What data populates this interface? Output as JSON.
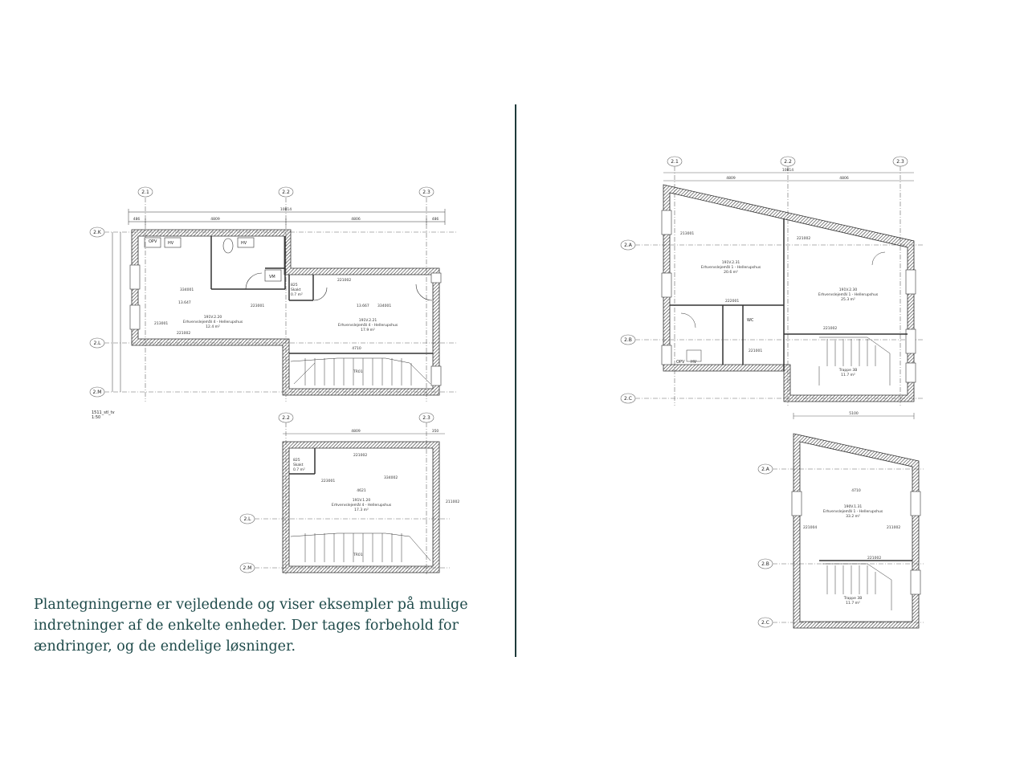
{
  "caption": {
    "line1": "Plantegningerne er vejledende og viser eksempler på mulige",
    "line2": "indretninger af de enkelte enheder. Der tages forbehold for",
    "line3": "ændringer, og de endelige løsninger."
  },
  "plan1": {
    "grid_top": [
      "2.1",
      "2.2",
      "2.3"
    ],
    "grid_left": [
      "2.K",
      "2.L",
      "2.M"
    ],
    "dims_top": [
      "10814",
      "486",
      "4809",
      "4806",
      "486"
    ],
    "rooms": {
      "opv": "OPV",
      "hv1": "HV",
      "hv2": "HV",
      "vm": "VM",
      "room_a_id": "191V.2.20",
      "room_a_name": "Erhvervslejemål 4 - Hellerupshus",
      "room_a_area": "12.4 m²",
      "room_b_id": "191V.2.21",
      "room_b_name": "Erhvervslejemål 4 - Hellerupshus",
      "room_b_area": "17.9 m²",
      "stair": "TR01",
      "shaft_id": "825",
      "shaft_name": "Skakt",
      "shaft_area": "0.7 m²",
      "tag1": "334001",
      "tag2": "221002",
      "tag3": "223001",
      "tag4": "213001",
      "tag5": "221002",
      "tag6": "334001",
      "tag7": "13.667",
      "tag8": "13.647",
      "dim_4710": "4710"
    },
    "title": "1511_stl_tv",
    "scale": "1:50"
  },
  "plan2": {
    "grid_top": [
      "2.2",
      "2.3"
    ],
    "grid_left": [
      "2.L",
      "2.M"
    ],
    "dims_top": [
      "4809",
      "350"
    ],
    "rooms": {
      "id": "191V.1.20",
      "name": "Erhvervslejemål 4 - Hellerupshus",
      "area": "17.3 m²",
      "stair": "TR01",
      "shaft_id": "825",
      "shaft_name": "Skakt",
      "shaft_area": "0.7 m²",
      "tag1": "221002",
      "tag2": "334002",
      "tag3": "223001",
      "tag4": "211002",
      "dim": "4621"
    }
  },
  "plan3": {
    "grid_top": [
      "2.1",
      "2.2",
      "2.3"
    ],
    "grid_left": [
      "2.A",
      "2.B",
      "2.C"
    ],
    "dims_top": [
      "10814",
      "4809",
      "4806"
    ],
    "rooms": {
      "a_id": "191V.2.31",
      "a_name": "Erhvervslejemål 1 - Hellerupshus",
      "a_area": "20.6 m²",
      "b_id": "191V.2.30",
      "b_name": "Erhvervslejemål 1 - Hellerupshus",
      "b_area": "25.3 m²",
      "opv": "OPV",
      "hv": "HV",
      "wc": "WC",
      "stair_id": "Trappe 3B",
      "stair_area": "11.7 m²",
      "tag1": "213001",
      "tag2": "221002",
      "tag3": "222001",
      "tag4": "221002",
      "tag5": "221001"
    }
  },
  "plan4": {
    "grid_left": [
      "2.A",
      "2.B",
      "2.C"
    ],
    "dims_top": [
      "5100"
    ],
    "rooms": {
      "a_id": "190V.1.31",
      "a_name": "Erhvervslejemål 1 - Hellerupshus",
      "a_area": "33.2 m²",
      "stair_id": "Trappe 3B",
      "stair_area": "11.7 m²",
      "tag1": "221002",
      "tag2": "211002",
      "tag3": "221004",
      "dim": "4710"
    }
  },
  "colors": {
    "caption": "#1e4a4a",
    "divider": "#1e3a3a",
    "wall": "#555555",
    "line": "#222222"
  }
}
